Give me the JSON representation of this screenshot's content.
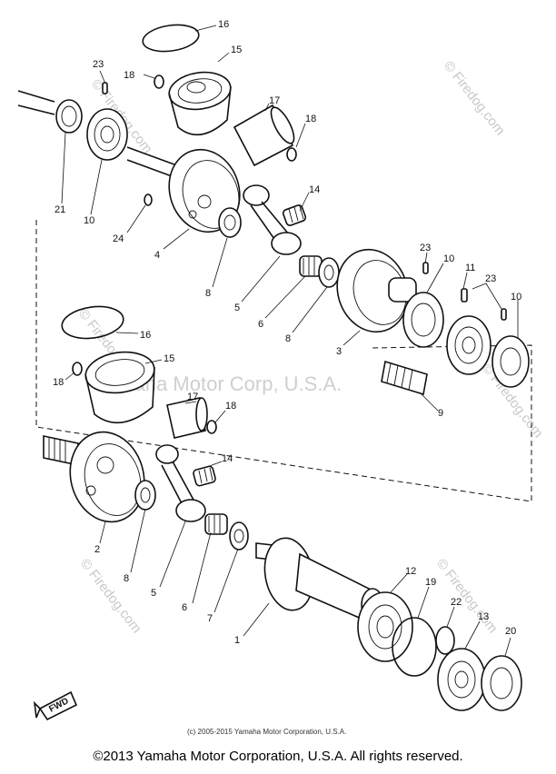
{
  "callouts": [
    "16",
    "15",
    "17",
    "18",
    "23",
    "18",
    "21",
    "10",
    "24",
    "4",
    "14",
    "8",
    "5",
    "6",
    "8",
    "3",
    "23",
    "10",
    "11",
    "23",
    "10",
    "16",
    "18",
    "15",
    "17",
    "18",
    "9",
    "14",
    "2",
    "8",
    "5",
    "6",
    "7",
    "1",
    "12",
    "19",
    "22",
    "13",
    "20"
  ],
  "inline_credit": "(c) 2005-2015 Yamaha Motor Corporation, U.S.A.",
  "fwd_label": "FWD",
  "watermarks": {
    "site": "© Firedog.com",
    "center": "Yamaha Motor Corp, U.S.A."
  },
  "footer": "©2013 Yamaha Motor Corporation, U.S.A. All rights reserved."
}
